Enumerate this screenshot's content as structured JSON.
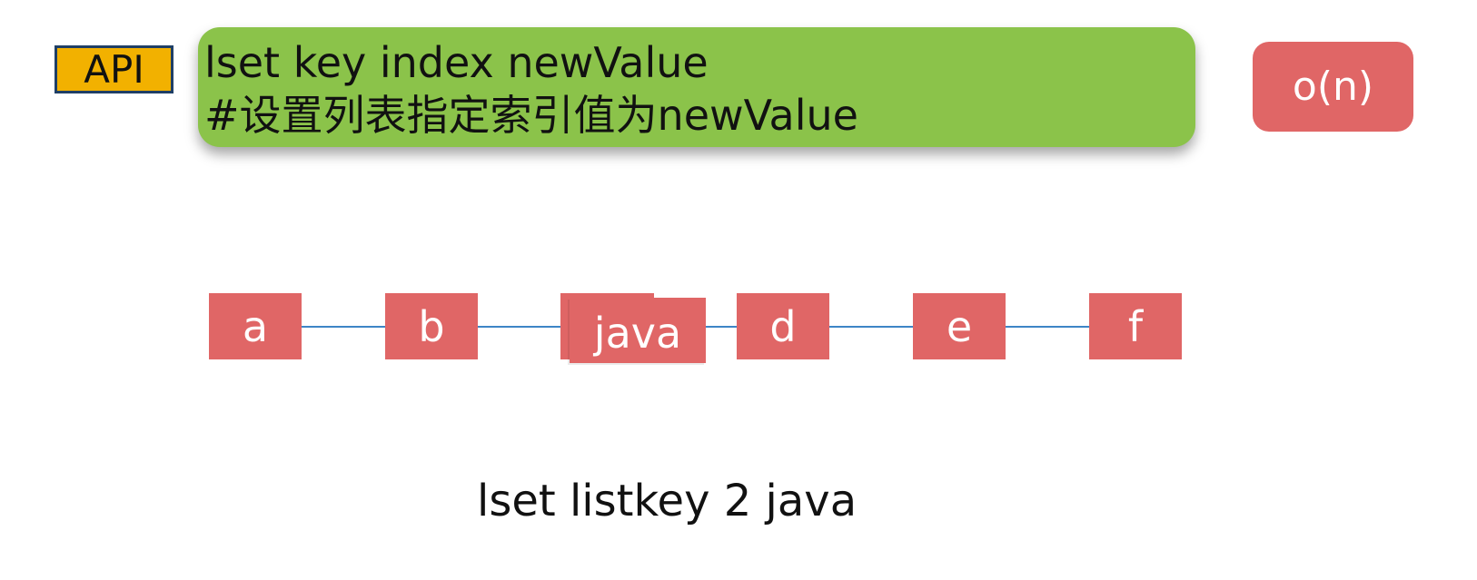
{
  "api_label": "API",
  "command": {
    "syntax": "lset key index newValue",
    "description": "#设置列表指定索引值为newValue"
  },
  "complexity": "o(n)",
  "list": {
    "nodes": [
      "a",
      "b",
      "java",
      "d",
      "e",
      "f"
    ]
  },
  "example_command": "lset listkey 2 java",
  "colors": {
    "api_tag_bg": "#f2b100",
    "api_tag_border": "#1f3f66",
    "command_box_bg": "#8bc34a",
    "node_bg": "#e06666",
    "complexity_bg": "#e06666",
    "link_line": "#3d85c6"
  }
}
